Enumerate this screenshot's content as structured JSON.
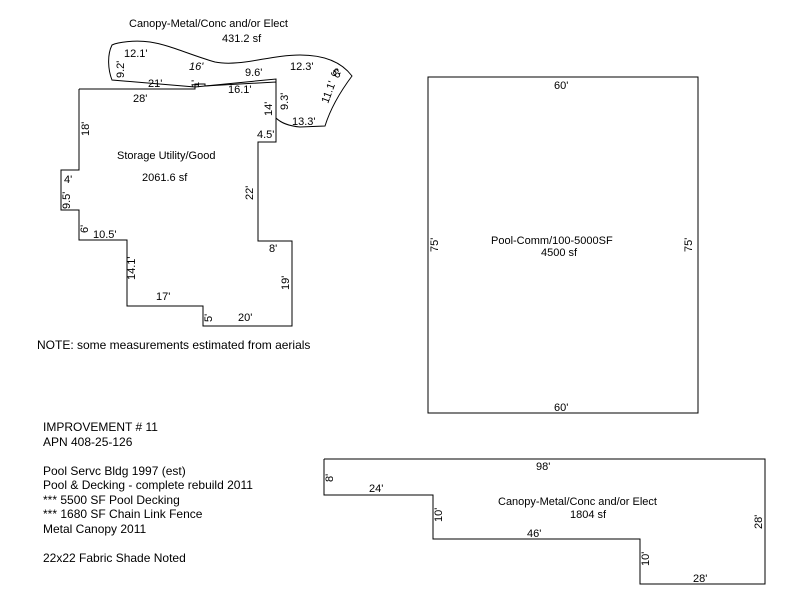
{
  "canopy_top": {
    "title": "Canopy-Metal/Conc and/or Elect",
    "area": "431.2 sf",
    "dims": [
      "12.1'",
      "9.2'",
      "16'",
      "9.6'",
      "12.3'",
      "5'",
      "6'",
      "11.1'",
      "13.3'",
      "9.3'",
      "16.1'",
      "1'",
      "21'"
    ]
  },
  "storage": {
    "title": "Storage Utility/Good",
    "area": "2061.6 sf",
    "dims": [
      "28'",
      "18'",
      "4'",
      "9.5'",
      "6'",
      "10.5'",
      "14.1'",
      "17'",
      "5'",
      "20'",
      "19'",
      "8'",
      "22'",
      "4.5'",
      "14'"
    ]
  },
  "pool": {
    "title": "Pool-Comm/100-5000SF",
    "area": "4500 sf",
    "dims": [
      "60'",
      "75'",
      "75'",
      "60'"
    ]
  },
  "canopy_bottom": {
    "title": "Canopy-Metal/Conc and/or Elect",
    "area": "1804 sf",
    "dims": [
      "98'",
      "8'",
      "24'",
      "10'",
      "46'",
      "10'",
      "28'",
      "28'"
    ]
  },
  "note": "NOTE: some measurements estimated from aerials",
  "info_lines": [
    "IMPROVEMENT # 11",
    "APN 408-25-126",
    "",
    "Pool Servc Bldg 1997 (est)",
    "Pool & Decking - complete rebuild 2011",
    "*** 5500 SF Pool Decking",
    "*** 1680 SF Chain Link Fence",
    "Metal Canopy 2011",
    "",
    "22x22 Fabric Shade Noted"
  ]
}
